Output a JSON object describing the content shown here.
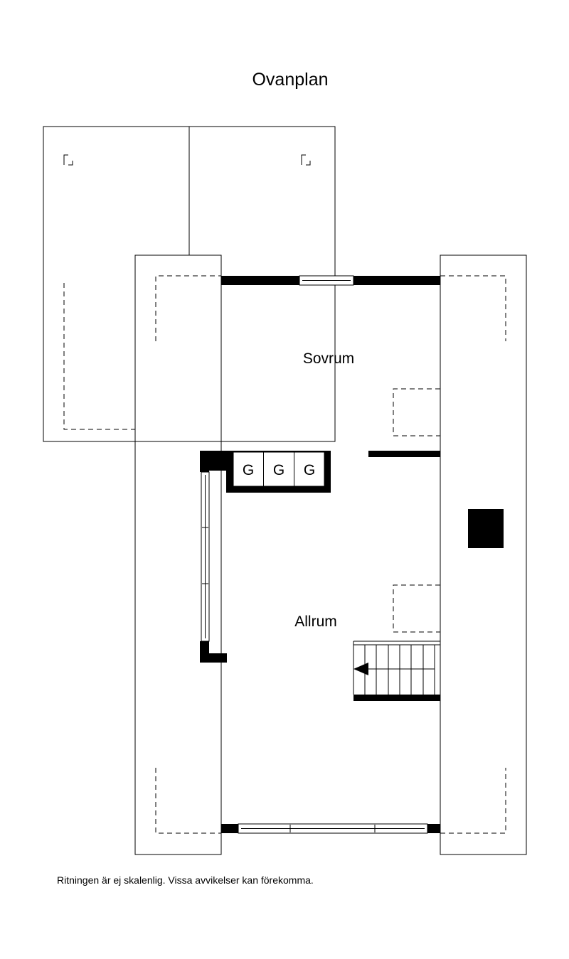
{
  "title": "Ovanplan",
  "rooms": {
    "sovrum": "Sovrum",
    "allrum": "Allrum"
  },
  "wardrobes": [
    "G",
    "G",
    "G"
  ],
  "disclaimer": "Ritningen är ej skalenlig. Vissa avvikelser kan förekomma.",
  "colors": {
    "line": "#000000",
    "background": "#ffffff"
  }
}
